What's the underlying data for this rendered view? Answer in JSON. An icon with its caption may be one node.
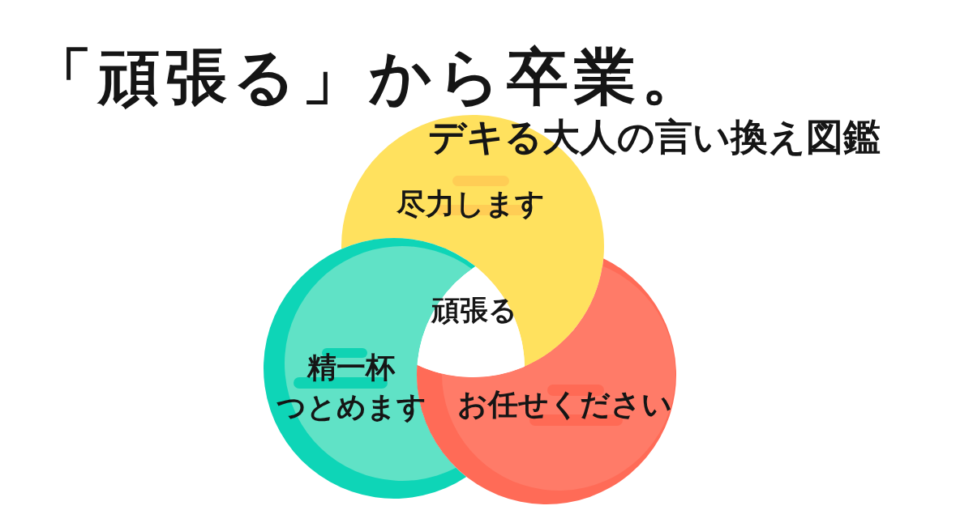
{
  "diagram": {
    "title": "「頑張る」から卒業。",
    "nodes": [
      {
        "text": [
          "尽力します"
        ]
      },
      {
        "text": [
          "頑張る"
        ]
      },
      {
        "text": [
          "精一杯つとめます"
        ]
      },
      {
        "text": [
          "お任せください"
        ]
      }
    ],
    "labels": [
      "デキる大人の言い換え図鑑"
    ]
  }
}
